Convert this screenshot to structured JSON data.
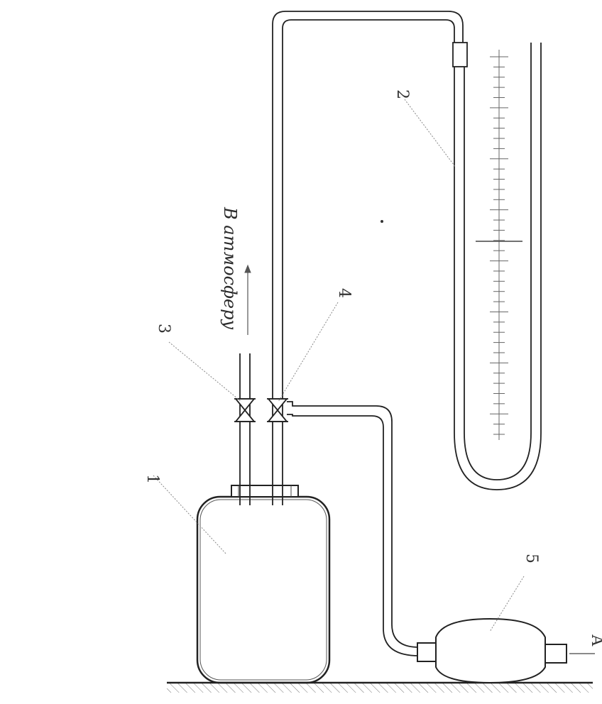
{
  "labels": {
    "vessel": "1",
    "valve_atmosphere": "3",
    "valve_manometer": "4",
    "manometer": "2",
    "pump_bulb": "5",
    "arrow_right": "А"
  },
  "annotation": {
    "to_atmosphere": "В атмосферу"
  },
  "manometer_scale": {
    "tick_count": 38
  }
}
